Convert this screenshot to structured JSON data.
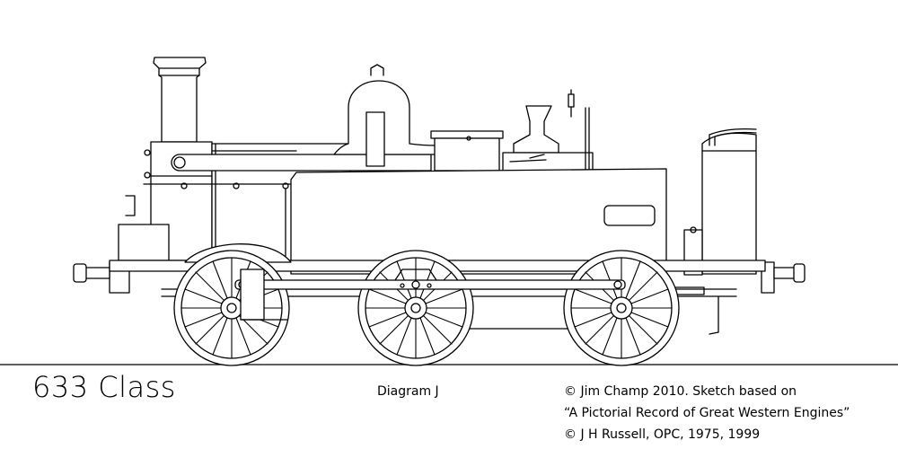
{
  "title": "633 Class",
  "diagram": "Diagram J",
  "credit": {
    "line1": "© Jim Champ 2010. Sketch based on",
    "line2": "“A Pictorial Record of Great Western Engines”",
    "line3": "© J H Russell, OPC, 1975, 1999"
  },
  "colors": {
    "line": "#000000",
    "background": "#ffffff"
  }
}
